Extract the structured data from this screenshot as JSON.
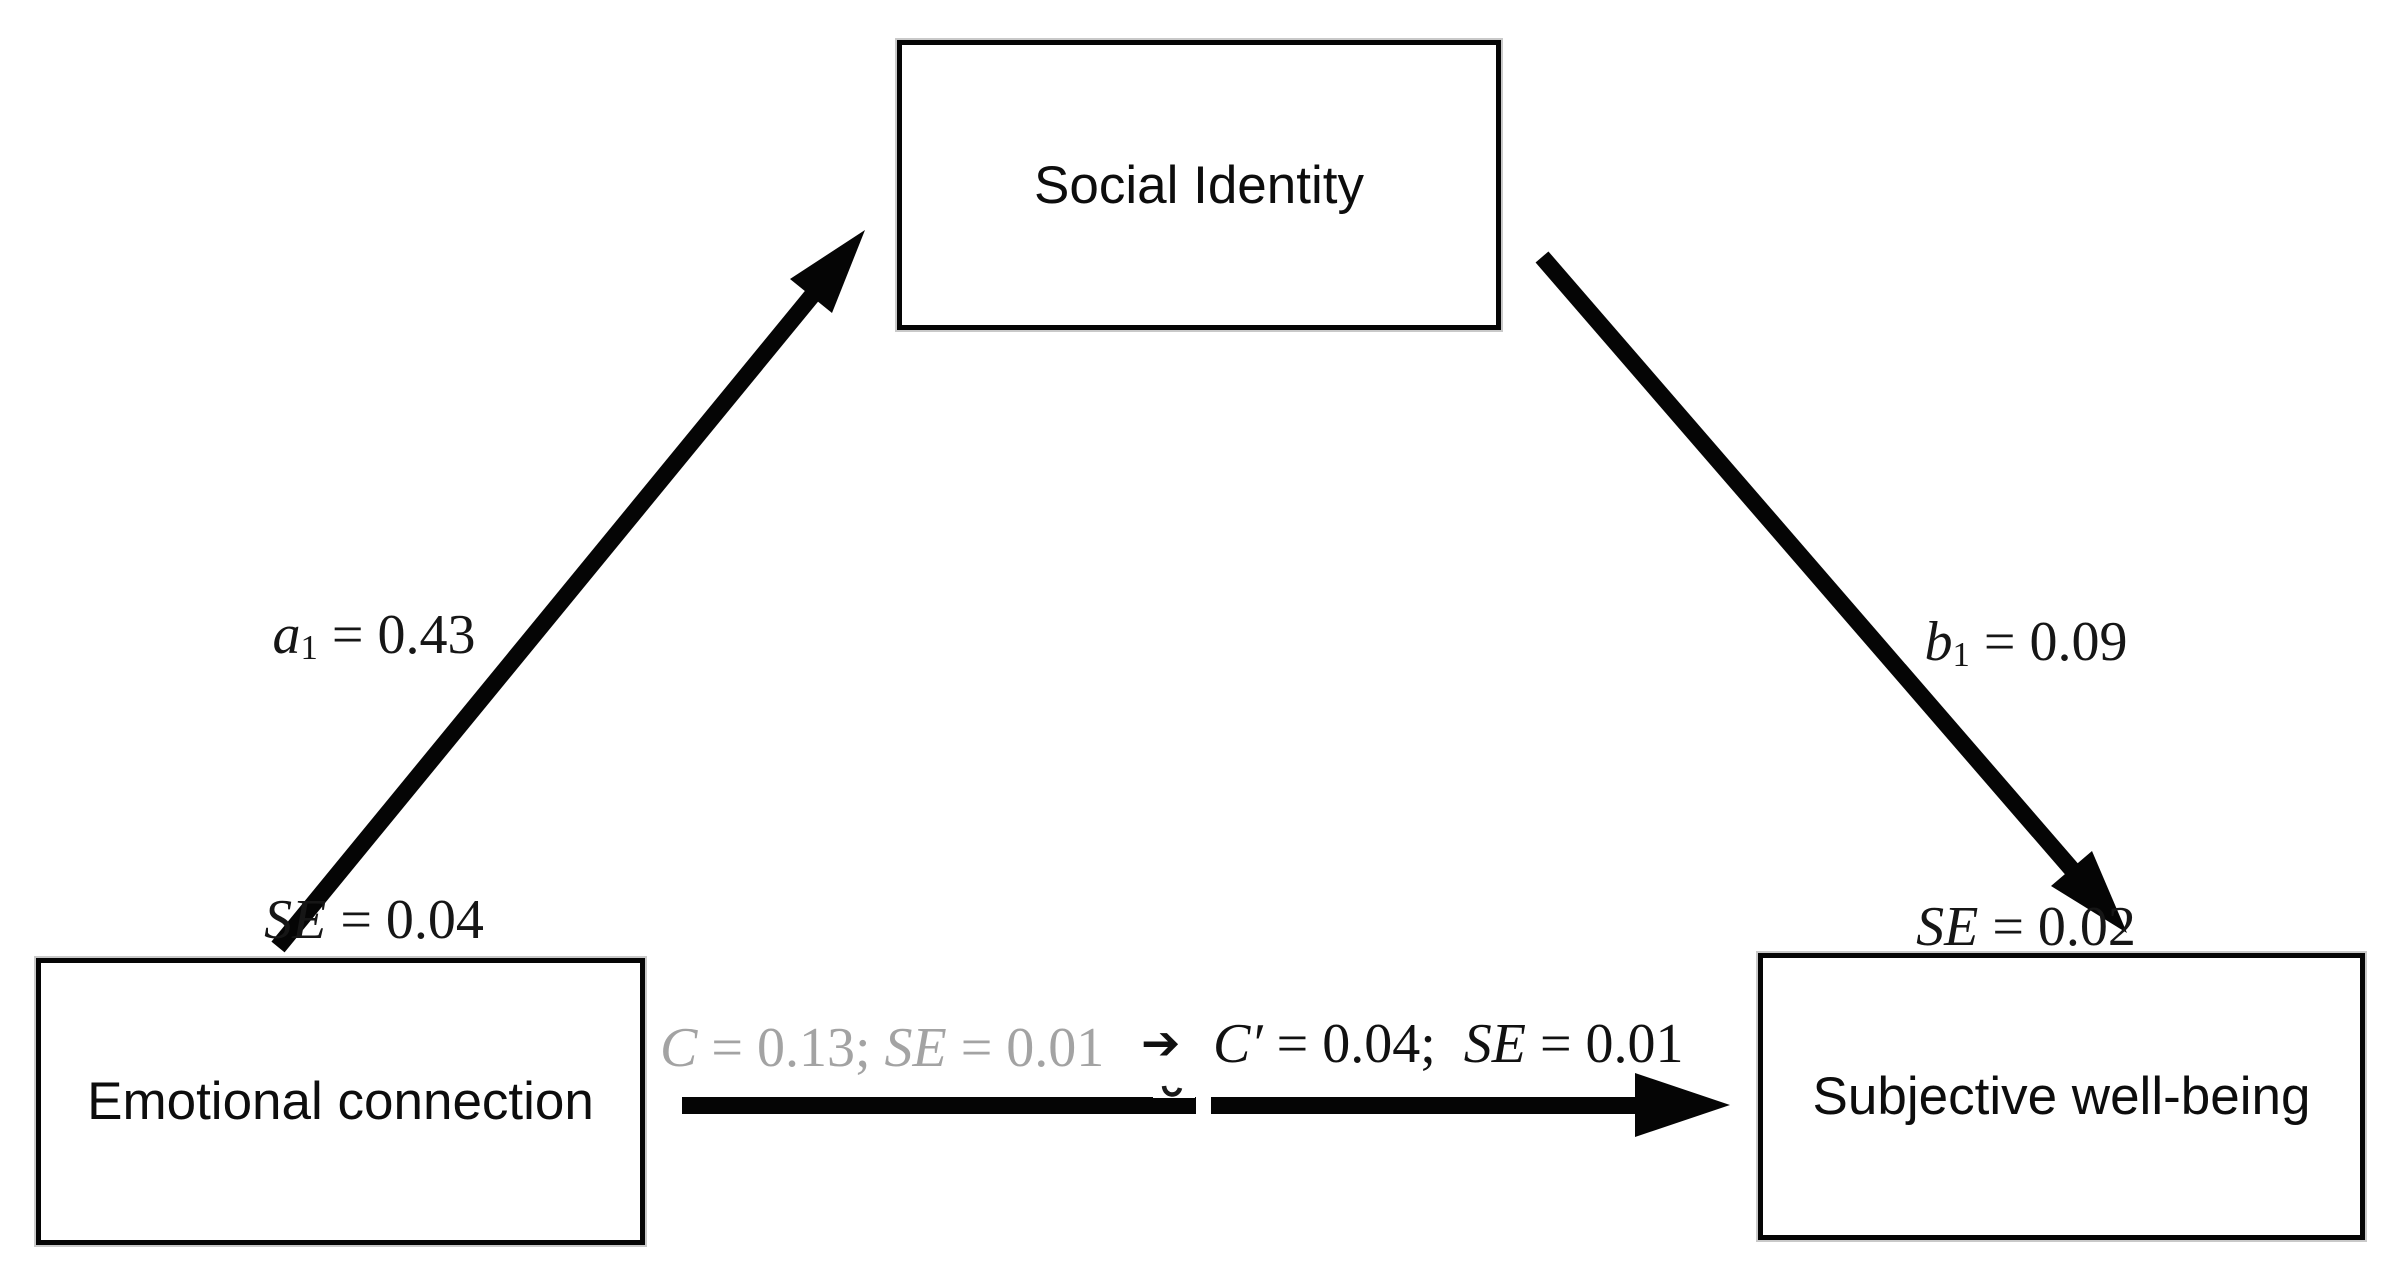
{
  "figure": {
    "type": "mediation-path-diagram",
    "background": "#ffffff",
    "ink_color": "#0a0a0a",
    "muted_color": "#a3a3a3"
  },
  "nodes": {
    "mediator": {
      "label": "Social Identity"
    },
    "predictor": {
      "label": "Emotional connection"
    },
    "outcome": {
      "label": "Subjective well-being"
    }
  },
  "paths": {
    "a": {
      "line1": {
        "var": "a",
        "sub": "1",
        "eq": " = 0.43"
      },
      "line2": {
        "var": "SE",
        "eq": " = 0.04"
      }
    },
    "b": {
      "line1": {
        "var": "b",
        "sub": "1",
        "eq": " = 0.09"
      },
      "line2": {
        "var": "SE",
        "eq": " = 0.02"
      }
    },
    "c": {
      "total": {
        "var1": "C",
        "eq1": " = 0.13; ",
        "var2": "SE",
        "eq2": " = 0.01"
      },
      "transition_glyph": "➔",
      "direct": {
        "var1": "C′",
        "eq1": " = 0.04;  ",
        "var2": "SE",
        "eq2": " = 0.01"
      }
    }
  }
}
